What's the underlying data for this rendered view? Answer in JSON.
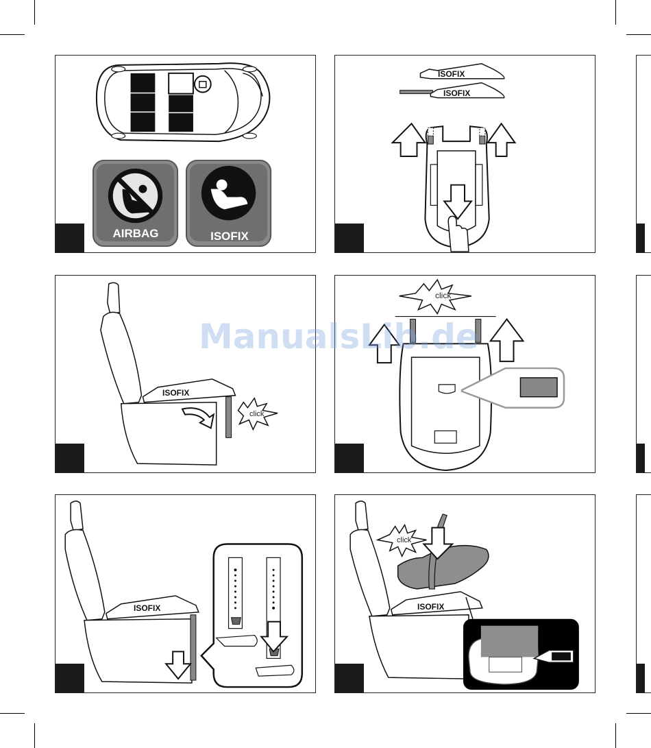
{
  "watermark": "ManualsLib.de",
  "panels": {
    "p1": {
      "badges": {
        "airbag": "AIRBAG",
        "isofix": "ISOFIX"
      }
    },
    "p2": {
      "base_label_top": "ISOFIX",
      "base_label_bottom": "ISOFIX"
    },
    "p3": {
      "base_label": "ISOFIX",
      "click": "click"
    },
    "p4": {
      "click": "click"
    },
    "p5": {
      "base_label": "ISOFIX"
    },
    "p6": {
      "base_label": "ISOFIX",
      "click": "click"
    }
  }
}
